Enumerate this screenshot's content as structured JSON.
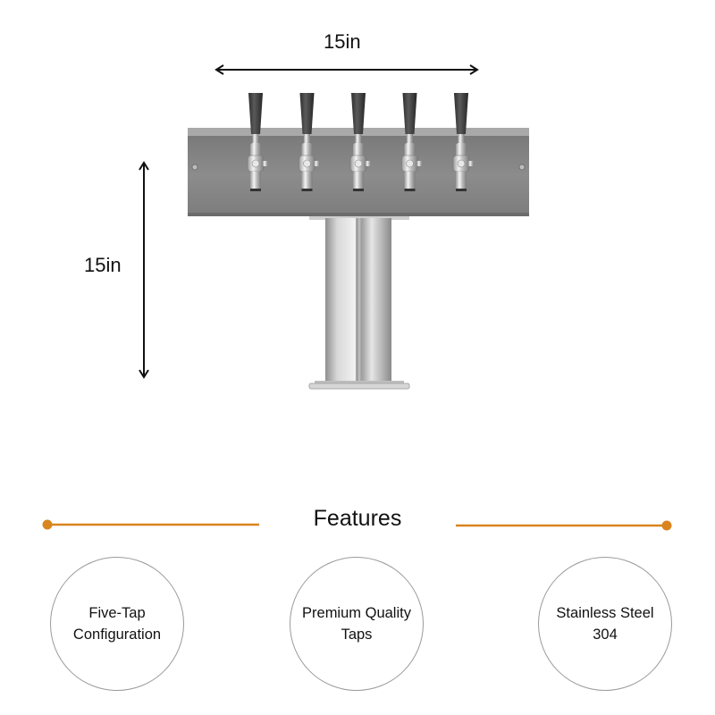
{
  "dimensions": {
    "width_label": "15in",
    "height_label": "15in"
  },
  "product": {
    "tap_count": 5
  },
  "features": {
    "title": "Features",
    "accent_color": "#d9851f",
    "items": [
      {
        "label": "Five-Tap Configuration"
      },
      {
        "label": "Premium Quality Taps"
      },
      {
        "label": "Stainless Steel 304"
      }
    ]
  }
}
